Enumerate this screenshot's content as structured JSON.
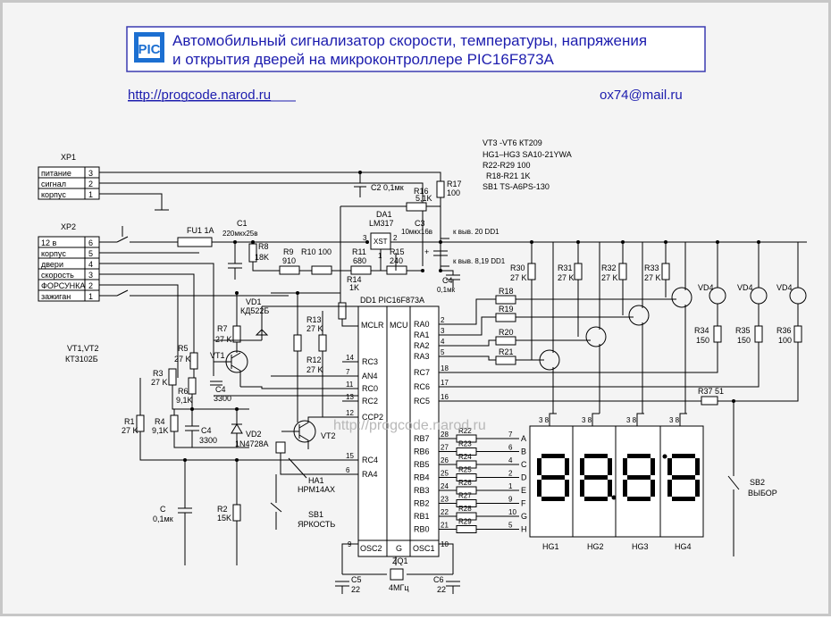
{
  "header": {
    "title_line1": "Автомобильный сигнализатор скорости, температуры, напряжения",
    "title_line2": "и открытия дверей на микроконтроллере PIC16F873A",
    "logo_text": "PIC",
    "website": "http://progcode.narod.ru",
    "email": "ox74@mail.ru",
    "watermark": "http://progcode.narod.ru"
  },
  "notes": {
    "line1": "VT3 -VT6  КТ209",
    "line2": "HG1–HG3   SA10-21YWA",
    "line3": "R22-R29 100",
    "line4": "R18-R21  1K",
    "line5": "SB1 TS-A6PS-130",
    "vt12": "VT1,VT2",
    "vt12_type": "КТ3102Б"
  },
  "xp1": {
    "name": "XP1",
    "pins": [
      {
        "label": "питание",
        "num": "3"
      },
      {
        "label": "сигнал",
        "num": "2"
      },
      {
        "label": "корпус",
        "num": "1"
      }
    ]
  },
  "xp2": {
    "name": "XP2",
    "pins": [
      {
        "label": "12 в",
        "num": "6"
      },
      {
        "label": "корпус",
        "num": "5"
      },
      {
        "label": "двери",
        "num": "4"
      },
      {
        "label": "скорость",
        "num": "3"
      },
      {
        "label": "ФОРСУНКА",
        "num": "2"
      },
      {
        "label": "зажиган",
        "num": "1"
      }
    ]
  },
  "mcu": {
    "ref": "DD1  PIC16F873A",
    "mclr": "MCLR",
    "mcu": "MCU",
    "osc2": "OSC2",
    "g": "G",
    "osc1": "OSC1",
    "left_pins": [
      {
        "label": "RC3",
        "num": "14"
      },
      {
        "label": "AN4",
        "num": "7"
      },
      {
        "label": "RC0",
        "num": "11"
      },
      {
        "label": "RC2",
        "num": "13"
      },
      {
        "label": "CCP2",
        "num": "12"
      },
      {
        "label": "RC4",
        "num": "15"
      },
      {
        "label": "RA4",
        "num": "6"
      }
    ],
    "right_pins": [
      {
        "label": "RA0",
        "num": "2"
      },
      {
        "label": "RA1",
        "num": "3"
      },
      {
        "label": "RA2",
        "num": "4"
      },
      {
        "label": "RA3",
        "num": "5"
      },
      {
        "label": "RC7",
        "num": "18"
      },
      {
        "label": "RC6",
        "num": "17"
      },
      {
        "label": "RC5",
        "num": "16"
      }
    ],
    "rb_pins": [
      {
        "label": "RB7",
        "num": "28",
        "res": "R22",
        "seg": "A",
        "segnum": "7"
      },
      {
        "label": "RB6",
        "num": "27",
        "res": "R23",
        "seg": "B",
        "segnum": "6"
      },
      {
        "label": "RB5",
        "num": "26",
        "res": "R24",
        "seg": "C",
        "segnum": "4"
      },
      {
        "label": "RB4",
        "num": "25",
        "res": "R25",
        "seg": "D",
        "segnum": "2"
      },
      {
        "label": "RB3",
        "num": "24",
        "res": "R26",
        "seg": "E",
        "segnum": "1"
      },
      {
        "label": "RB2",
        "num": "23",
        "res": "R27",
        "seg": "F",
        "segnum": "9"
      },
      {
        "label": "RB1",
        "num": "22",
        "res": "R28",
        "seg": "G",
        "segnum": "10"
      },
      {
        "label": "RB0",
        "num": "21",
        "res": "R29",
        "seg": "H",
        "segnum": "5"
      }
    ],
    "osc2_num": "9",
    "osc1_num": "10"
  },
  "parts": {
    "c2": "C2 0,1мк",
    "r16": "R16",
    "r16v": "5,1K",
    "r17": "R17",
    "r17v": "100",
    "da1": "DA1",
    "da1v": "LM317",
    "xst": "XST",
    "c3": "C3",
    "c3v": "10мкх16в",
    "fu1": "FU1 1A",
    "c1": "C1",
    "c1v": "220мкх25в",
    "r8": "R8",
    "r8v": "18K",
    "r9": "R9",
    "r9v": "910",
    "r10": "R10  100",
    "r11": "R11",
    "r11v": "680",
    "r15": "R15",
    "r15v": "240",
    "c4b": "C4",
    "c4bv": "0,1мк",
    "to20": "к выв. 20 DD1",
    "to819": "к выв. 8,19 DD1",
    "r14": "R14",
    "r14v": "1K",
    "vd1": "VD1",
    "vd1v": "КД522Б",
    "r7": "R7",
    "r7v": "27 K",
    "r13": "R13",
    "r13v": "27 K",
    "r12": "R12",
    "r12v": "27 K",
    "r5": "R5",
    "r5v": "27 K",
    "vt1": "VT1",
    "r3": "R3",
    "r3v": "27 K",
    "r6": "R6",
    "r6v": "9,1K",
    "c4": "C4",
    "c4v": "3300",
    "r1": "R1",
    "r1v": "27 K",
    "r4": "R4",
    "r4v": "9,1K",
    "c4c": "C4",
    "c4cv": "3300",
    "vd2": "VD2",
    "vd2v": "1N4728A",
    "vt2": "VT2",
    "ha1": "HA1",
    "ha1v": "HPM14AX",
    "c": "C",
    "cv": "0,1мк",
    "r2": "R2",
    "r2v": "15K",
    "sb1": "SB1",
    "sb1v": "ЯРКОСТЬ",
    "c5": "C5",
    "c5v": "22",
    "zq1": "ZQ1",
    "zq1v": "4МГц",
    "c6": "C6",
    "c6v": "22",
    "r18": "R18",
    "r19": "R19",
    "r20": "R20",
    "r21": "R21",
    "r30": "R30",
    "r30v": "27 K",
    "r31": "R31",
    "r31v": "27 K",
    "r32": "R32",
    "r32v": "27 K",
    "r33": "R33",
    "r33v": "27 K",
    "vd4a": "VD4",
    "vd4b": "VD4",
    "vd4c": "VD4",
    "r34": "R34",
    "r34v": "150",
    "r35": "R35",
    "r35v": "150",
    "r36": "R36",
    "r36v": "100",
    "r37": "R37 51",
    "sb2": "SB2",
    "sb2v": "ВЫБОР",
    "pin38": "3 8",
    "displays": [
      "HG1",
      "HG2",
      "HG3",
      "HG4"
    ],
    "pins_short": [
      "3",
      "2",
      "1"
    ]
  }
}
